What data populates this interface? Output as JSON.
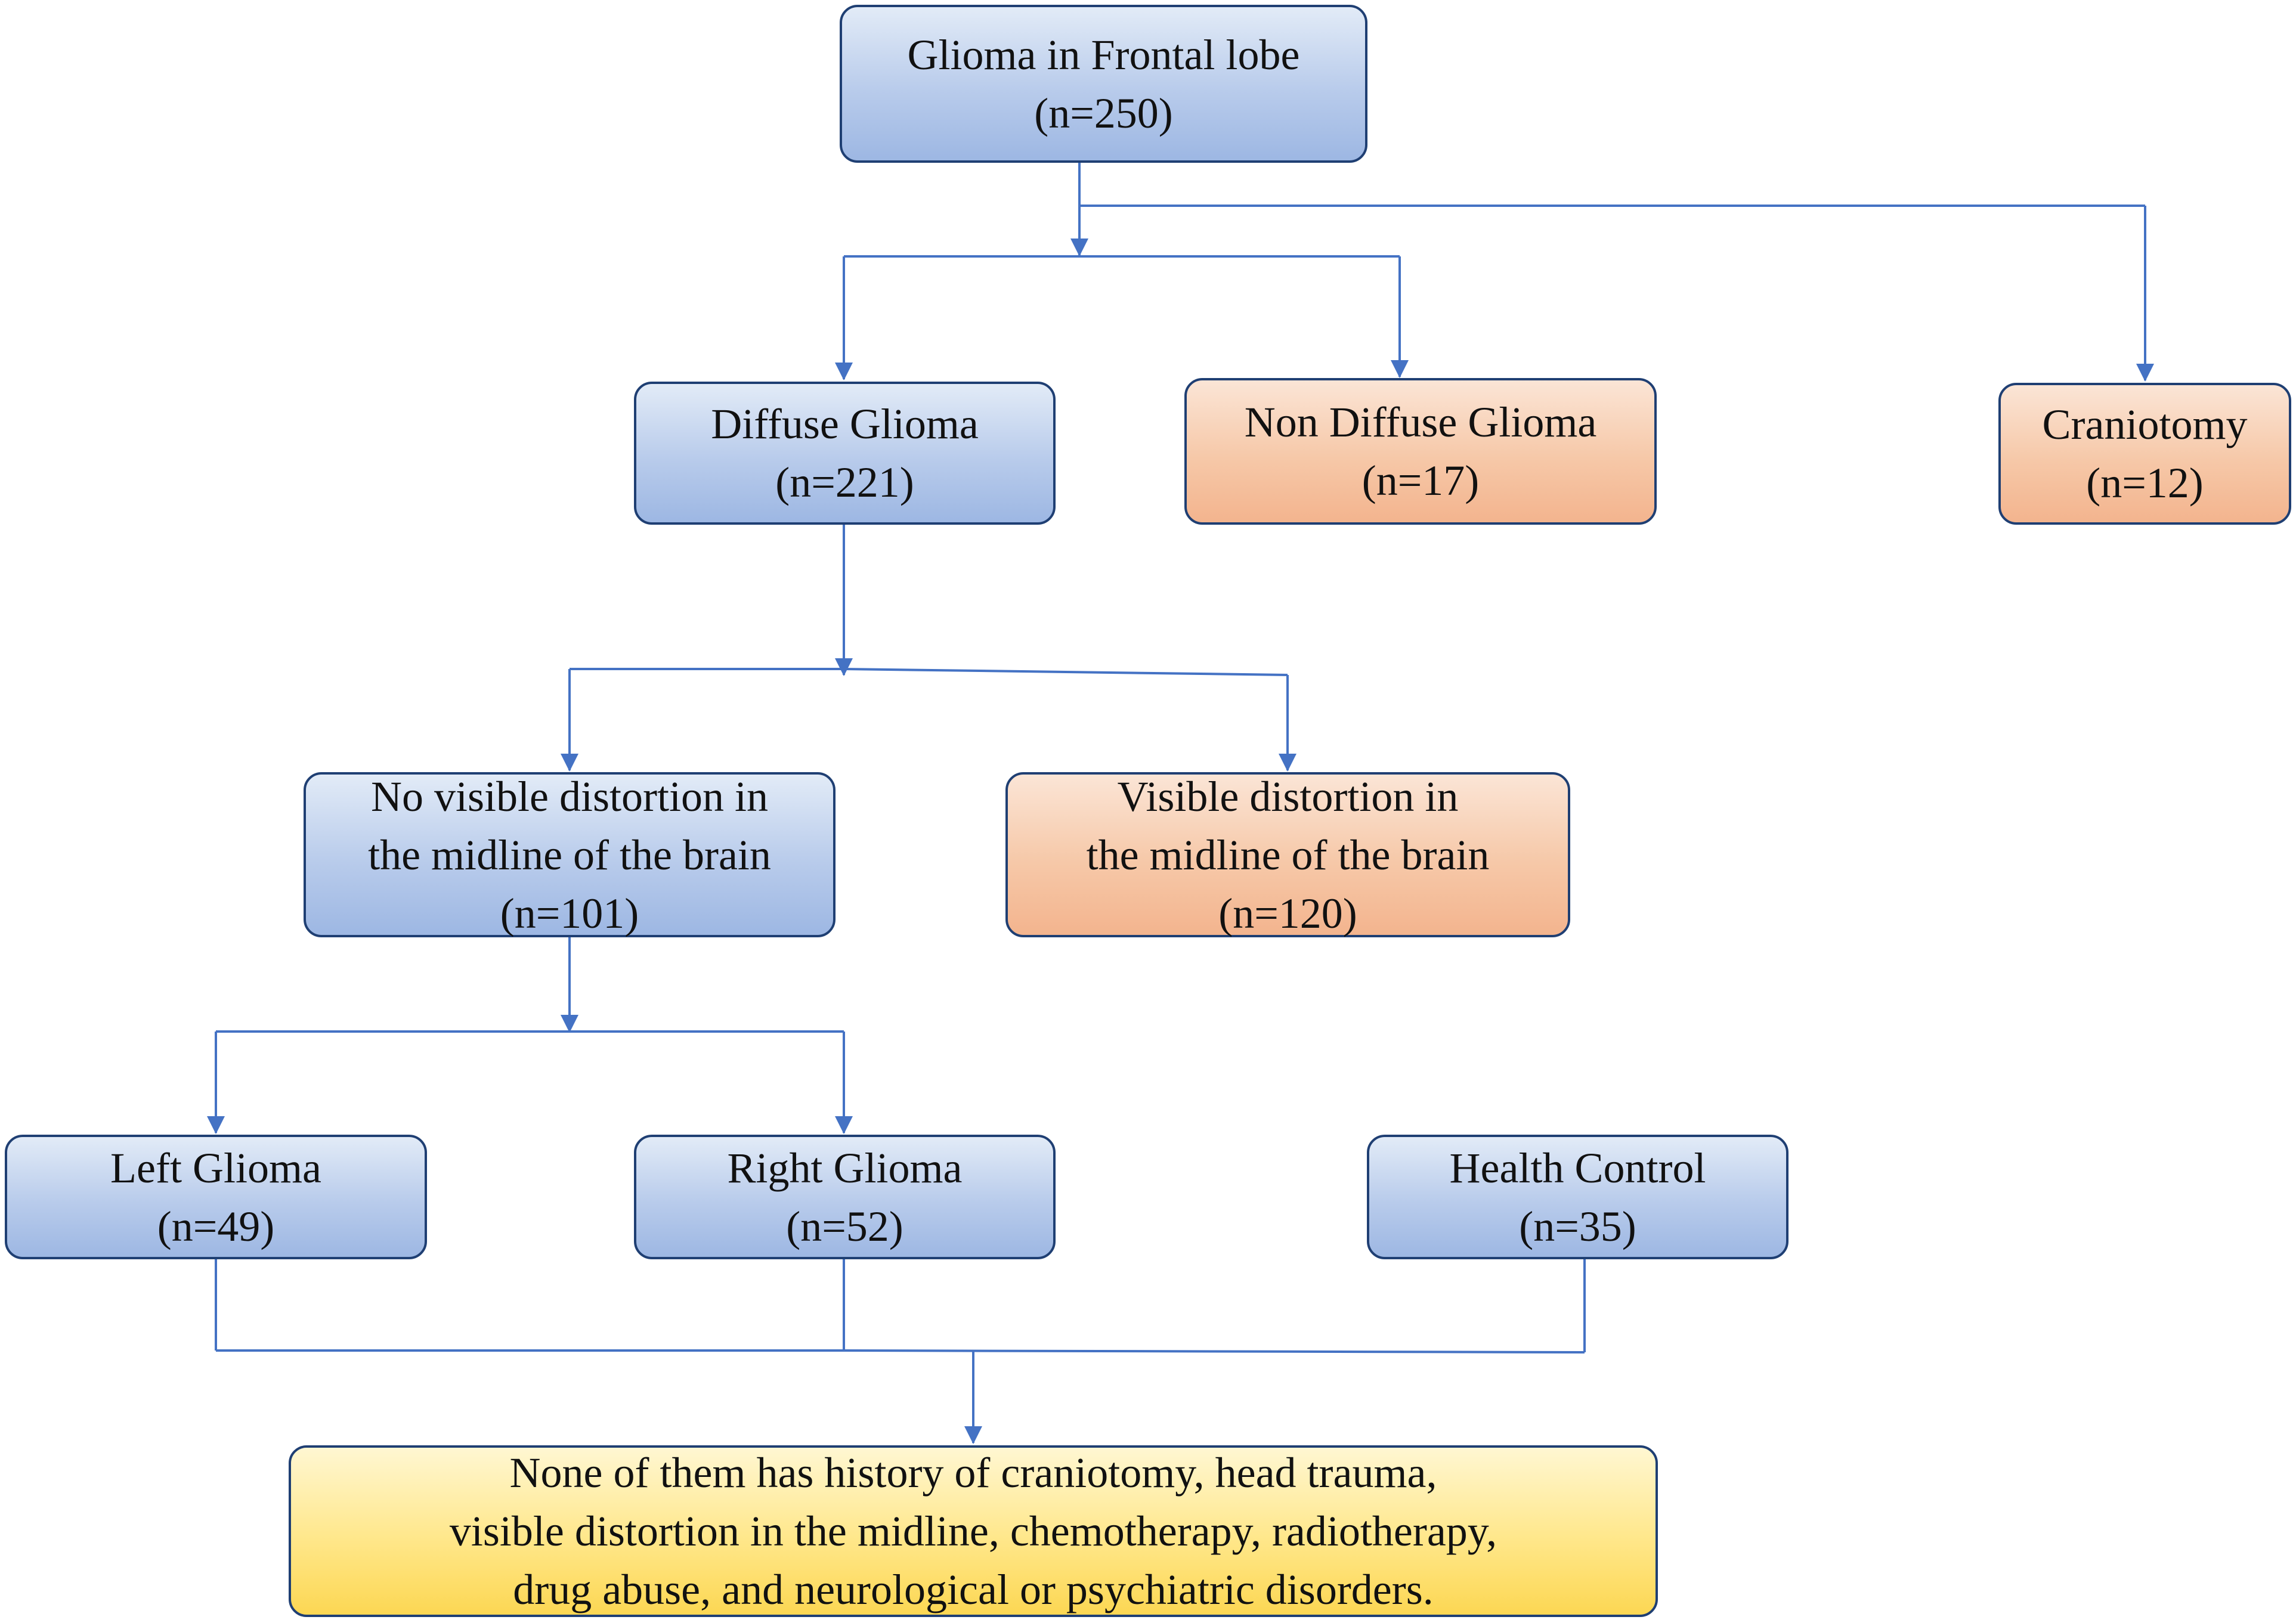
{
  "nodes": {
    "root": {
      "lines": [
        "Glioma in Frontal lobe",
        "(n=250)"
      ]
    },
    "diffuse": {
      "lines": [
        "Diffuse Glioma",
        "(n=221)"
      ]
    },
    "non_diffuse": {
      "lines": [
        "Non Diffuse Glioma",
        "(n=17)"
      ]
    },
    "craniotomy": {
      "lines": [
        "Craniotomy",
        "(n=12)"
      ]
    },
    "no_distortion": {
      "lines": [
        "No visible distortion in",
        "the midline of the brain",
        "(n=101)"
      ]
    },
    "distortion": {
      "lines": [
        "Visible distortion in",
        "the midline of the brain",
        "(n=120)"
      ]
    },
    "left": {
      "lines": [
        "Left Glioma",
        "(n=49)"
      ]
    },
    "right": {
      "lines": [
        "Right Glioma",
        "(n=52)"
      ]
    },
    "control": {
      "lines": [
        "Health Control",
        "(n=35)"
      ]
    },
    "criteria": {
      "lines": [
        "None of them has history of craniotomy, head trauma,",
        "visible distortion in the midline, chemotherapy, radiotherapy,",
        "drug abuse, and neurological or psychiatric disorders."
      ]
    }
  },
  "colors": {
    "connector": "#4472c4",
    "border": "#1f3f73",
    "blue_fill": "#b8cbeb",
    "orange_fill": "#f6c8a8",
    "yellow_fill": "#ffe78a"
  }
}
